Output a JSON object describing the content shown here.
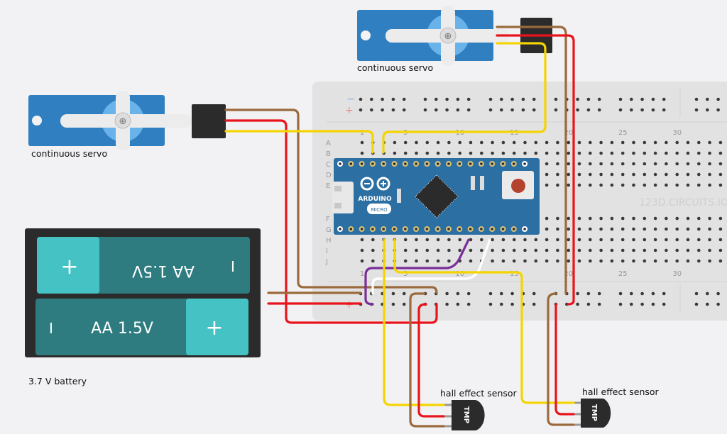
{
  "labels": {
    "servo_top": "continuous servo",
    "servo_left": "continuous servo",
    "battery": "3.7 V battery",
    "sensor_1": "hall effect sensor",
    "sensor_2": "hall effect sensor"
  },
  "battery": {
    "cell_top": "AA 1.5V",
    "cell_bottom": "AA 1.5V",
    "plus": "+",
    "minus": "I"
  },
  "arduino": {
    "brand": "ARDUINO",
    "model": "MICRO"
  },
  "sensor_chip": "TMP",
  "watermark": "123D.CIRCUITS.IO",
  "breadboard": {
    "rows_top": [
      "A",
      "B",
      "C",
      "D",
      "E"
    ],
    "rows_bottom": [
      "F",
      "G",
      "H",
      "I",
      "J"
    ],
    "column_labels": [
      "1",
      "5",
      "10",
      "15",
      "20",
      "25",
      "30"
    ],
    "rail_minus": "−",
    "rail_plus": "+"
  },
  "colors": {
    "wire_red": "#e8141c",
    "wire_brown": "#9b6a3c",
    "wire_yellow": "#f5d400",
    "wire_purple": "#7a2e9a",
    "wire_white": "#ffffff",
    "arduino_blue": "#2c6fa2",
    "servo_blue": "#2f7fc1",
    "battery_teal": "#2e7b80",
    "battery_cyan": "#44c2c4"
  }
}
